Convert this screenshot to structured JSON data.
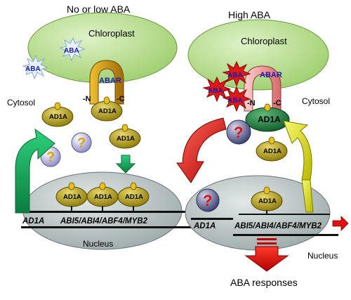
{
  "left": {
    "title": "No or low ABA",
    "chloroplast": "Chloroplast",
    "cytosol": "Cytosol",
    "nucleus": "Nucleus",
    "aba_1": "ABA",
    "aba_2": "ABA",
    "abar": "ABAR",
    "n_term": "-N",
    "c_term": "-C",
    "ad1a": "AD1A",
    "gene_ad1a": "AD1A",
    "gene_targets": "ABI5/ABI4/ABF4/MYB2",
    "question": "?"
  },
  "right": {
    "title": "High ABA",
    "chloroplast": "Chloroplast",
    "cytosol": "Cytosol",
    "nucleus": "Nucleus",
    "aba": "ABA",
    "abar": "ABAR",
    "n_term": "-N",
    "c_term": "-C",
    "ad1a": "AD1A",
    "gene_ad1a": "AD1A",
    "gene_targets": "ABI5/ABI4/ABF4/MYB2",
    "question": "?",
    "responses": "ABA responses"
  },
  "colors": {
    "chloroplast": "#b5dc8c",
    "nucleus": "#b8c2c2",
    "ad1a": "#c8b21a",
    "ad1a_bound": "#1e7a3a",
    "abar": "#d49a1a",
    "abar_high": "#f0a0a0",
    "aba_burst_high": "#e01818",
    "arrow_green": "#19a05a",
    "arrow_red": "#d81010",
    "arrow_yellow": "#d8d820"
  }
}
